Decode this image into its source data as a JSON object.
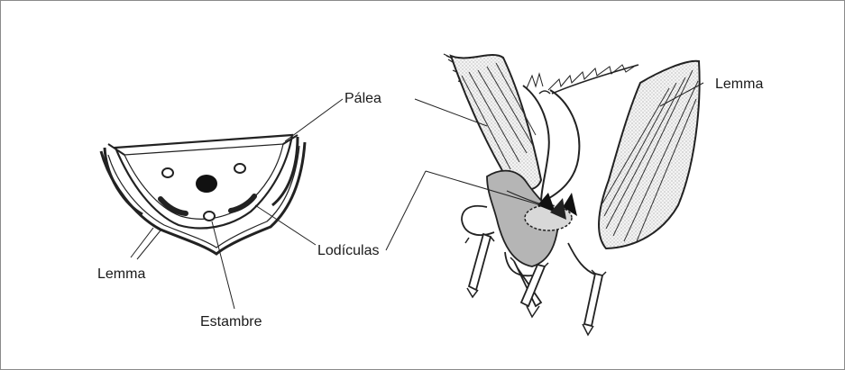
{
  "labels": {
    "palea": "Pálea",
    "lemma_left": "Lemma",
    "lemma_right": "Lemma",
    "estambre": "Estambre",
    "lodiculas": "Lodículas"
  }
}
